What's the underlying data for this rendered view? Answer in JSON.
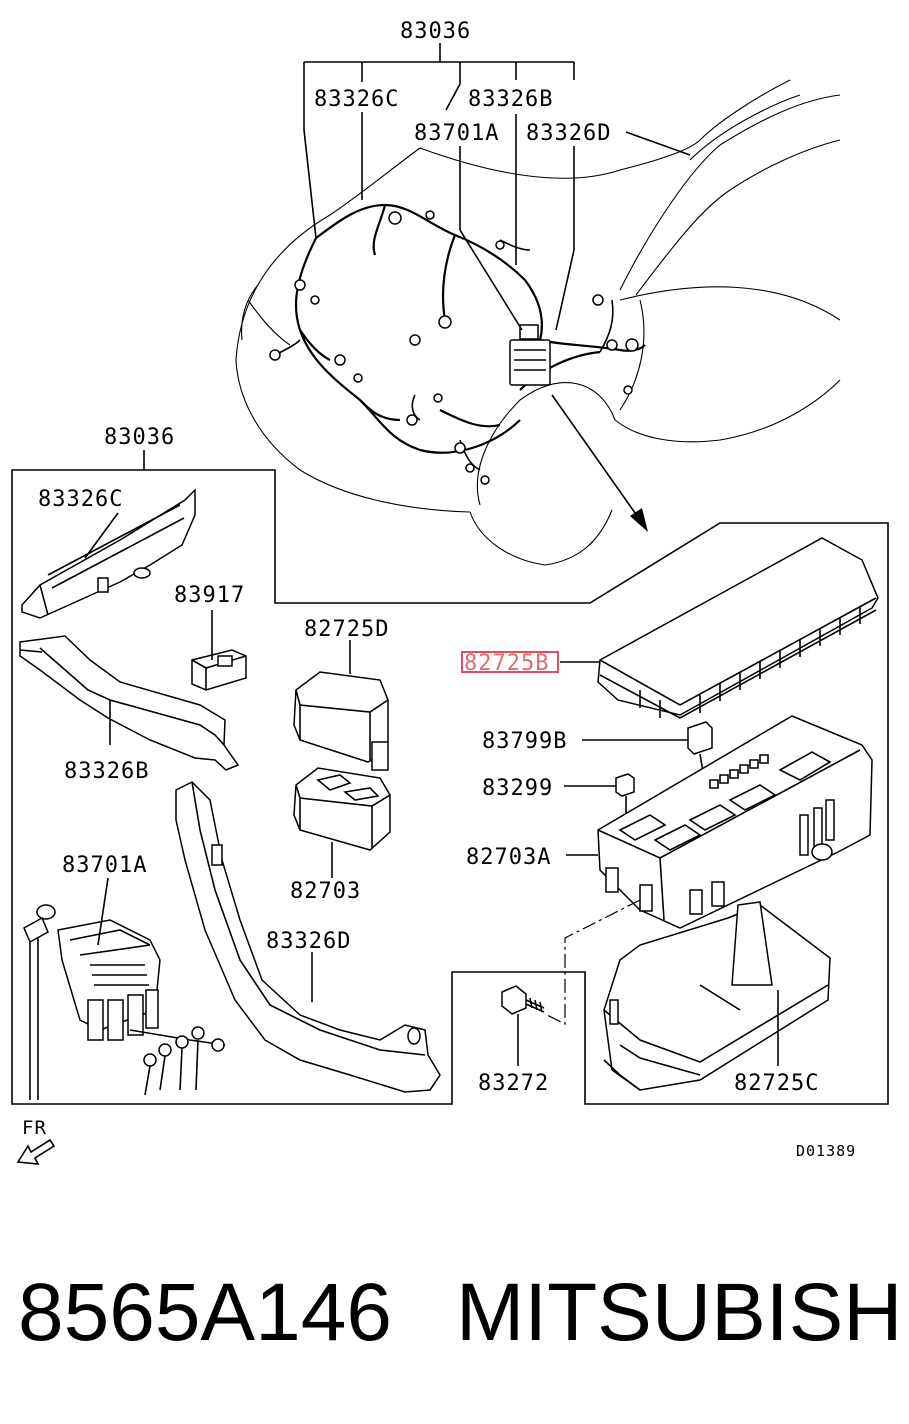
{
  "diagram": {
    "callouts": {
      "top_harness": "83036",
      "top_83326C": "83326C",
      "top_83326B": "83326B",
      "top_83701A": "83701A",
      "top_83326D": "83326D",
      "box_harness": "83036",
      "box_83326C": "83326C",
      "box_83917": "83917",
      "box_82725D": "82725D",
      "box_82725B": "82725B",
      "box_83326B": "83326B",
      "box_83799B": "83799B",
      "box_83299": "83299",
      "box_82703": "82703",
      "box_82703A": "82703A",
      "box_83701A": "83701A",
      "box_83326D": "83326D",
      "box_83272": "83272",
      "box_82725C": "82725C"
    },
    "highlighted_part": "82725B",
    "direction_label": "FR",
    "drawing_code": "D01389"
  },
  "footer": {
    "part_number": "8565A146",
    "brand": "MITSUBISHI"
  }
}
